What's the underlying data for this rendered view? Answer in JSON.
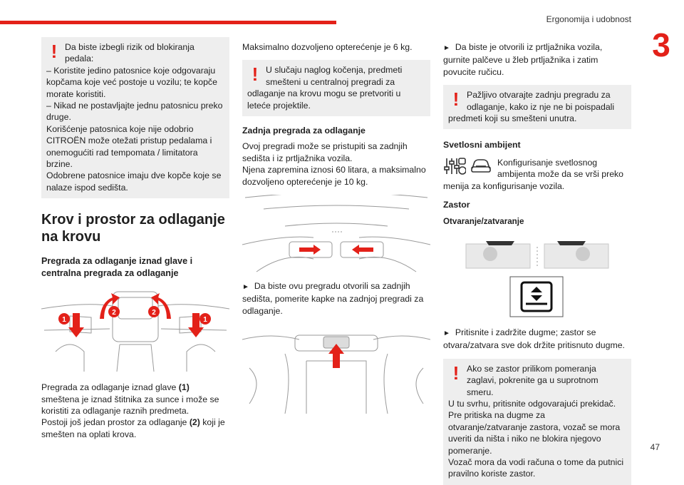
{
  "header": {
    "title": "Ergonomija i udobnost",
    "chapter": "3",
    "page": "47"
  },
  "col1": {
    "warning_first": "Da biste izbegli rizik od blokiranja pedala:",
    "warning_rest": [
      "– Koristite jedino patosnice koje odgovaraju kopčama koje već postoje u vozilu; te kopče morate koristiti.",
      "– Nikad ne postavljajte jednu patosnicu preko druge.",
      "Korišćenje patosnica koje nije odobrio CITROËN može otežati pristup pedalama i onemogućiti rad tempomata / limitatora brzine.",
      "Odobrene patosnice imaju dve kopče koje se nalaze ispod sedišta."
    ],
    "heading": "Krov i prostor za odlaganje na krovu",
    "subheading": "Pregrada za odlaganje iznad glave i centralna pregrada za odlaganje",
    "illus_labels": [
      "1",
      "2",
      "2",
      "1"
    ],
    "para1_a": "Pregrada za odlaganje iznad glave ",
    "para1_b": "(1)",
    "para1_c": " smeštena je iznad štitnika za sunce i može se koristiti za odlaganje raznih predmeta.",
    "para2_a": "Postoji još jedan prostor za odlaganje ",
    "para2_b": "(2)",
    "para2_c": " koji je smešten na oplati krova."
  },
  "col2": {
    "intro": "Maksimalno dozvoljeno opterećenje je 6 kg.",
    "warning_first": "U slučaju naglog kočenja, predmeti smešteni u centralnoj pregradi za",
    "warning_rest": "odlaganje na krovu mogu se pretvoriti u leteće projektile.",
    "heading": "Zadnja pregrada za odlaganje",
    "para1": "Ovoj pregradi može se pristupiti sa zadnjih sedišta i iz prtljažnika vozila.",
    "para2": "Njena zapremina iznosi 60 litara, a maksimalno dozvoljeno opterećenje je 10 kg.",
    "instruction": "Da biste ovu pregradu otvorili sa zadnjih sedišta, pomerite kapke na zadnjoj pregradi za odlaganje."
  },
  "col3": {
    "instruction1": "Da biste je otvorili iz prtljažnika vozila, gurnite palčeve u žleb prtljažnika i zatim povucite ručicu.",
    "warning1_first": "Pažljivo otvarajte zadnju pregradu za odlaganje, kako iz nje ne bi poispadali",
    "warning1_rest": "predmeti koji su smešteni unutra.",
    "heading_ambient": "Svetlosni ambijent",
    "ambient_text_first": "Konfigurisanje svetlosnog ambijenta može da se vrši preko",
    "ambient_text_rest": "menija za konfigurisanje vozila.",
    "heading_blind": "Zastor",
    "sub_blind": "Otvaranje/zatvaranje",
    "instruction2": "Pritisnite i zadržite dugme; zastor se otvara/zatvara sve dok držite pritisnuto dugme.",
    "warning2_first": "Ako se zastor prilikom pomeranja zaglavi, pokrenite ga u suprotnom smeru.",
    "warning2_rest": [
      "U tu svrhu, pritisnite odgovarajući prekidač.",
      "Pre pritiska na dugme za otvaranje/zatvaranje zastora, vozač se mora uveriti da ništa i niko ne blokira njegovo pomeranje.",
      "Vozač mora da vodi računa o tome da putnici pravilno koriste zastor."
    ]
  },
  "colors": {
    "accent": "#e32119",
    "warning_bg": "#eeeeee"
  },
  "icons": [
    "warning-icon",
    "settings-icon",
    "car-icon",
    "sunroof-button-icon"
  ]
}
